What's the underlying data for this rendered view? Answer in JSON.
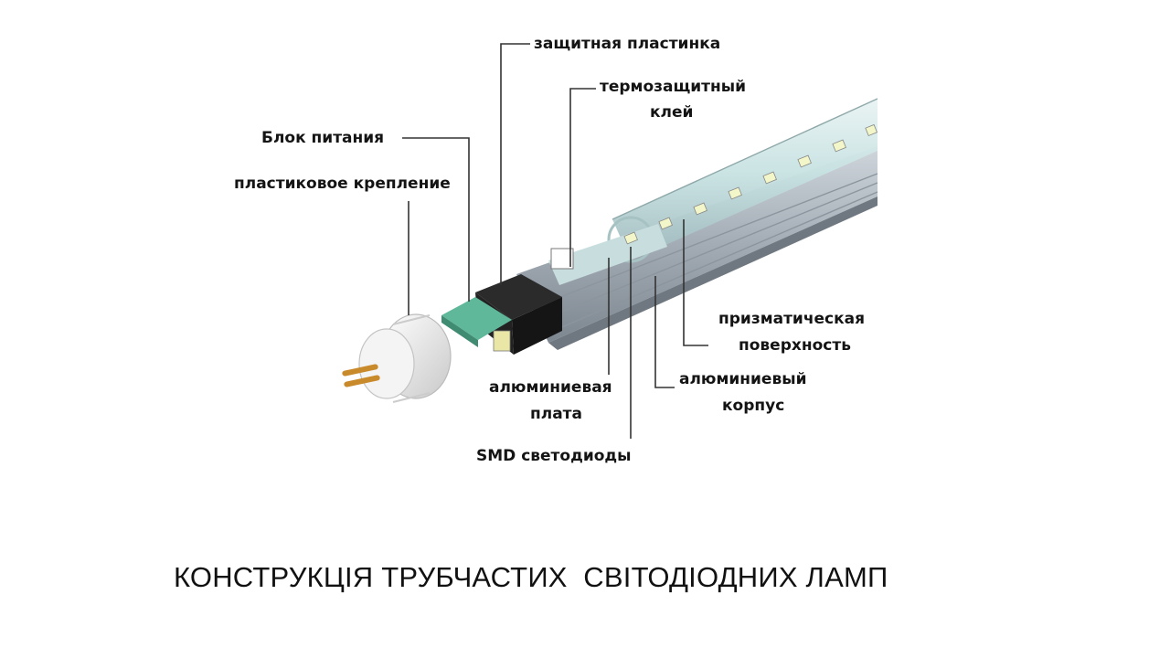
{
  "slide": {
    "title": "КОНСТРУКЦІЯ ТРУБЧАСТИХ  СВІТОДІОДНИХ ЛАМП"
  },
  "diagram": {
    "labels": {
      "protective_plate": "защитная пластинка",
      "thermal_glue_1": "термозащитный",
      "thermal_glue_2": "клей",
      "power_block": "Блок питания",
      "plastic_mount": "пластиковое крепление",
      "prismatic_1": "призматическая",
      "prismatic_2": "поверхность",
      "aluminum_board_1": "алюминиевая",
      "aluminum_board_2": "плата",
      "aluminum_case_1": "алюминиевый",
      "aluminum_case_2": "корпус",
      "smd_leds": "SMD светодиоды"
    },
    "colors": {
      "aluminum": "#a9b2bb",
      "diffuser": "#c9e3e3",
      "board": "#5fb89a",
      "led": "#f3f6c8",
      "driver": "#1e1e1e"
    }
  }
}
